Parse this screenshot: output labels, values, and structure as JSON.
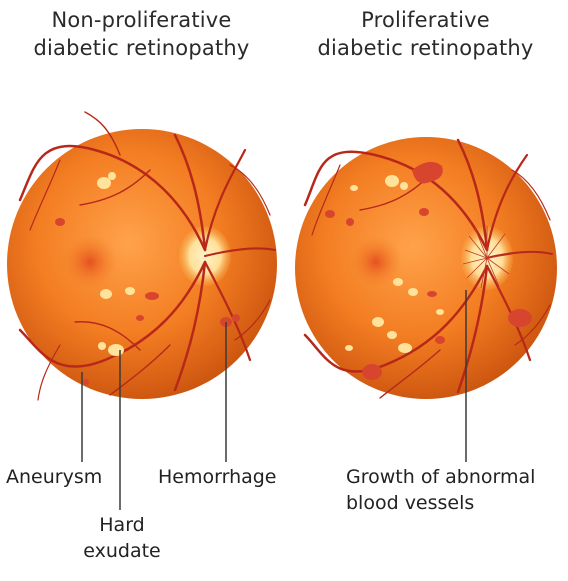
{
  "titles": {
    "left": "Non-proliferative\ndiabetic retinopathy",
    "right": "Proliferative\ndiabetic retinopathy"
  },
  "labels": {
    "aneurysm": "Aneurysm",
    "hemorrhage": "Hemorrhage",
    "hard_exudate": "Hard\nexudate",
    "abnormal_vessels": "Growth of abnormal\nblood vessels"
  },
  "colors": {
    "retina_center": "#ffa24a",
    "retina_mid": "#f37d22",
    "retina_edge": "#c9520e",
    "vessel": "#b8281a",
    "hemorrhage": "#d8452f",
    "exudate": "#ffe39a",
    "optic_disc": "#ffe9a8",
    "pointer_line": "#3a3a3a"
  }
}
